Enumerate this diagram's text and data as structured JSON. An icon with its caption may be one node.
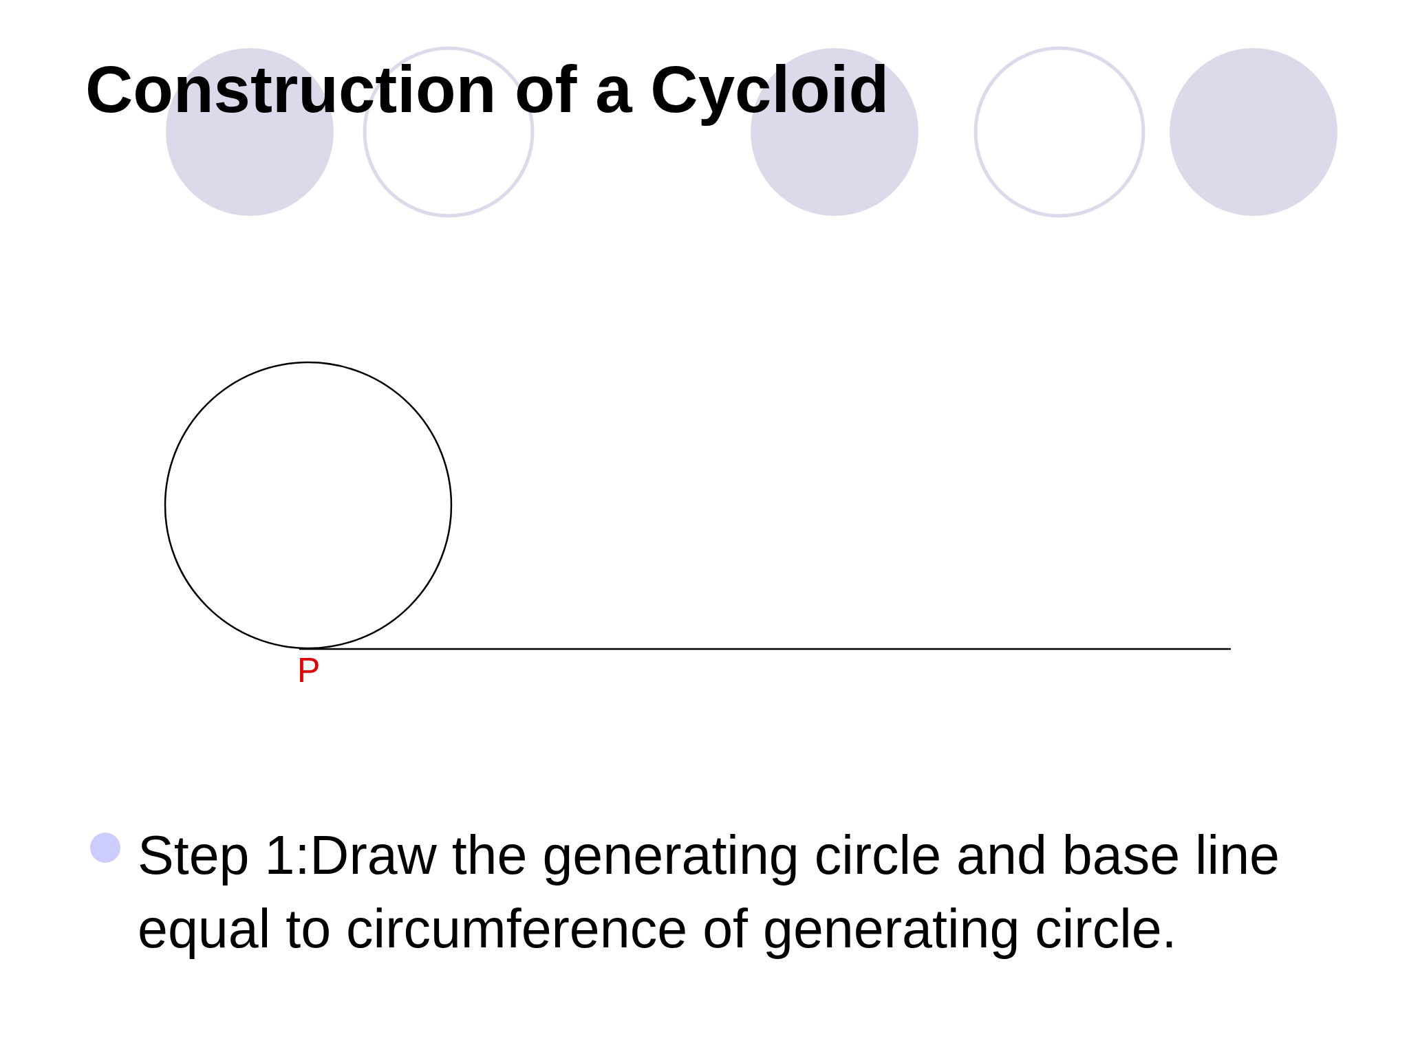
{
  "diagram": {
    "title": "Construction of a Cycloid",
    "labels": [
      "P",
      "Step 1:Draw the generating circle and base line equal to circumference of generating circle."
    ]
  }
}
